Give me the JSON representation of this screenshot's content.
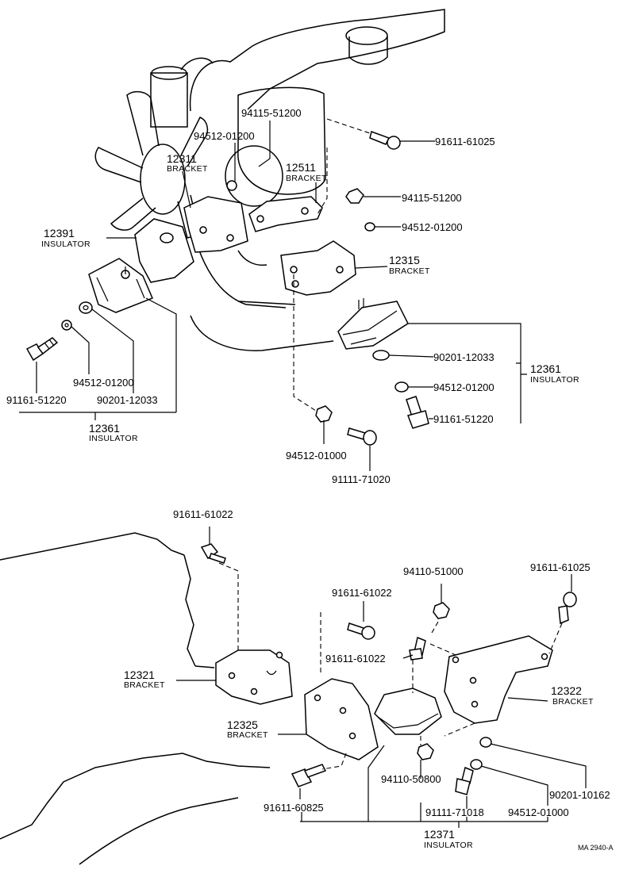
{
  "top_assembly": {
    "parts": {
      "p94115_51200_a": "94115-51200",
      "p94512_01200_a": "94512-01200",
      "p91611_61025_a": "91611-61025",
      "p12311_num": "12311",
      "p12311_name": "BRACKET",
      "p12511_num": "12511",
      "p12511_name": "BRACKET",
      "p94115_51200_b": "94115-51200",
      "p94512_01200_b": "94512-01200",
      "p12391_num": "12391",
      "p12391_name": "INSULATOR",
      "p12315_num": "12315",
      "p12315_name": "BRACKET",
      "p90201_12033_r": "90201-12033",
      "p12361_r_num": "12361",
      "p12361_r_name": "INSULATOR",
      "p94512_01200_r": "94512-01200",
      "p91161_51220_r": "91161-51220",
      "p94512_01200_l": "94512-01200",
      "p91161_51220_l": "91161-51220",
      "p90201_12033_l": "90201-12033",
      "p12361_l_num": "12361",
      "p12361_l_name": "INSULATOR",
      "p94512_01000": "94512-01000",
      "p91111_71020": "91111-71020"
    }
  },
  "bottom_assembly": {
    "parts": {
      "p91611_61022_a": "91611-61022",
      "p94110_51000": "94110-51000",
      "p91611_61025": "91611-61025",
      "p91611_61022_b": "91611-61022",
      "p91611_61022_c": "91611-61022",
      "p12321_num": "12321",
      "p12321_name": "BRACKET",
      "p12322_num": "12322",
      "p12322_name": "BRACKET",
      "p12325_num": "12325",
      "p12325_name": "BRACKET",
      "p94110_50800": "94110-50800",
      "p90201_10162": "90201-10162",
      "p91611_60825": "91611-60825",
      "p91111_71018": "91111-71018",
      "p94512_01000": "94512-01000",
      "p12371_num": "12371",
      "p12371_name": "INSULATOR"
    }
  },
  "footer": {
    "drawing_code": "MA 2940-A"
  }
}
